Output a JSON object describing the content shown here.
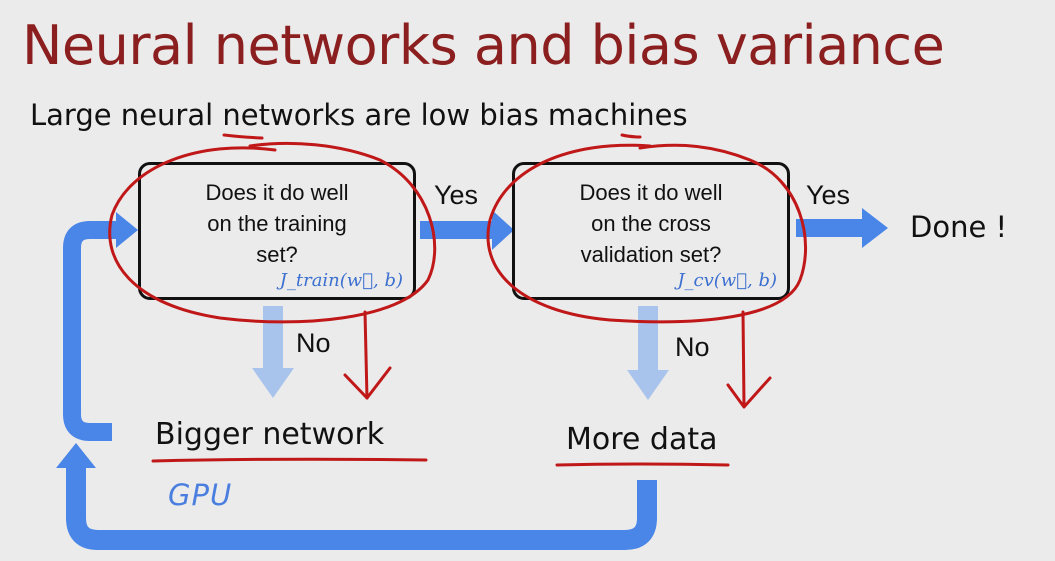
{
  "slide": {
    "title": "Neural networks and bias variance",
    "subtitle": "Large neural networks are low bias machines"
  },
  "diagram": {
    "box_training": {
      "question": "Does it do well\non the training\nset?",
      "formula": "J_train(w⃗, b)"
    },
    "box_cv": {
      "question": "Does it do well\non the cross\nvalidation set?",
      "formula": "J_cv(w⃗, b)"
    },
    "yes_label_1": "Yes",
    "yes_label_2": "Yes",
    "no_label_1": "No",
    "no_label_2": "No",
    "done_label": "Done !",
    "bigger_network_label": "Bigger network",
    "more_data_label": "More data",
    "gpu_annotation": "GPU"
  },
  "colors": {
    "title": "#8b1e1e",
    "arrow_blue": "#4a86e8",
    "arrow_light_blue": "#a9c4ec",
    "annotation_red": "#c01818",
    "formula_blue": "#3b6fd0"
  }
}
